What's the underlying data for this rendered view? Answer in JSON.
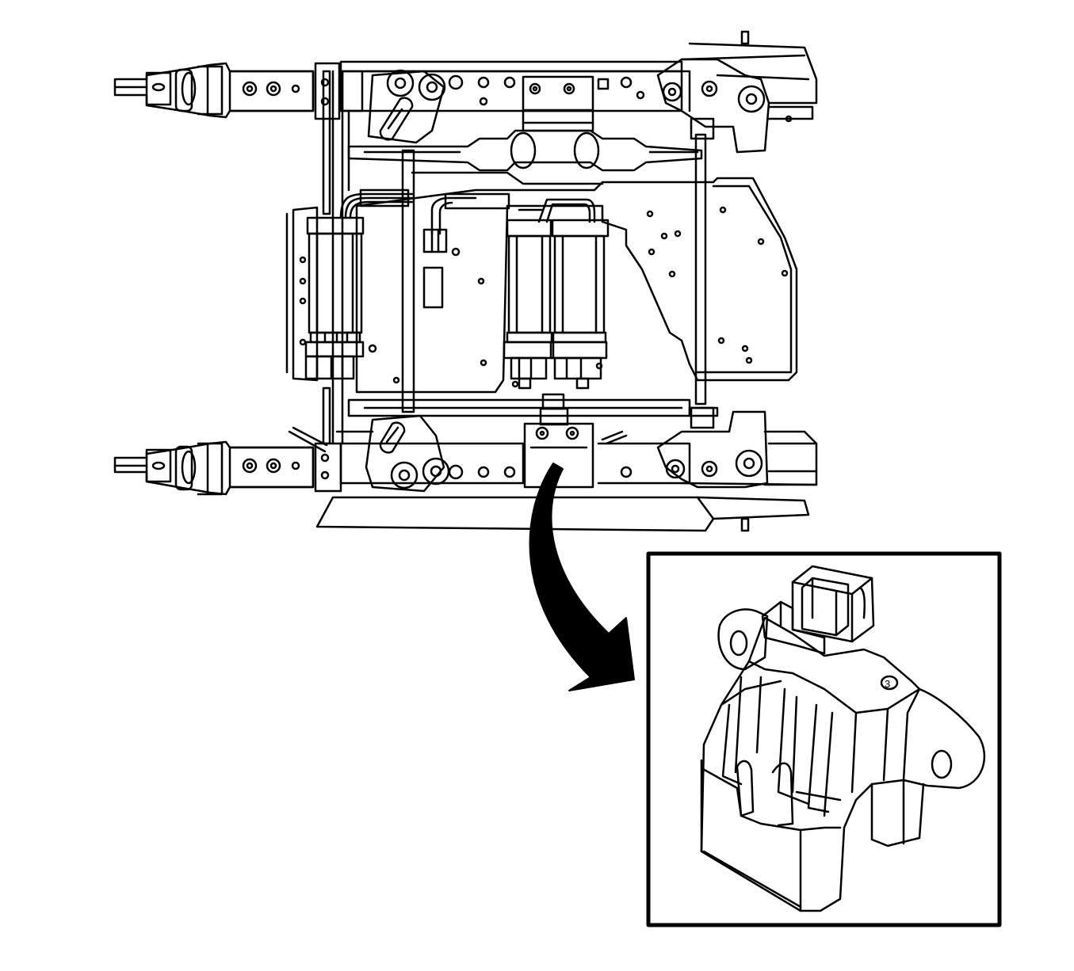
{
  "figure": {
    "main_view": "seat-adjuster-frame",
    "callout": "seat-position-sensor-detail",
    "colors": {
      "line": "#000000",
      "background": "#ffffff"
    },
    "detail_label": "3"
  }
}
